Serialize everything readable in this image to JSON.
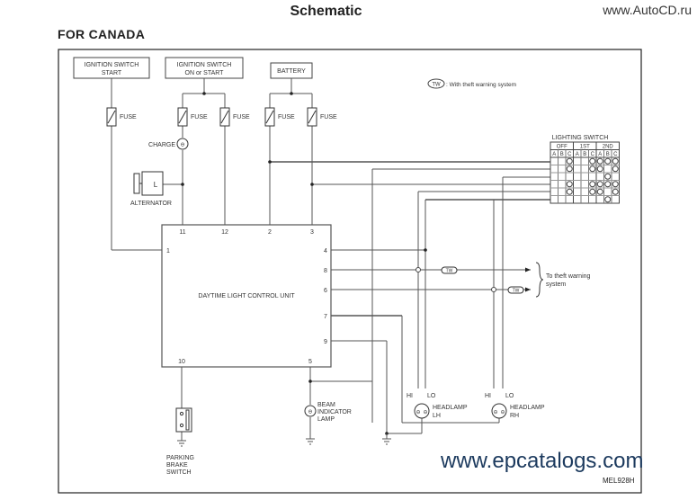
{
  "page": {
    "title": "Schematic",
    "section": "FOR CANADA",
    "watermark_top": "www.AutoCD.ru",
    "watermark_bottom": "www.epcatalogs.com",
    "diagram_code": "MEL928H"
  },
  "legend": {
    "symbol": "TW",
    "text": ": With theft warning system"
  },
  "power_sources": {
    "ign_start": [
      "IGNITION SWITCH",
      "START"
    ],
    "ign_on_start": [
      "IGNITION SWITCH",
      "ON or START"
    ],
    "battery": "BATTERY"
  },
  "fuse_label": "FUSE",
  "components": {
    "charge": "CHARGE",
    "alternator": "ALTERNATOR",
    "alternator_terminal": "L",
    "control_unit": "DAYTIME LIGHT CONTROL UNIT",
    "beam_lamp": [
      "BEAM",
      "INDICATOR",
      "LAMP"
    ],
    "parking_brake": [
      "PARKING",
      "BRAKE",
      "SWITCH"
    ],
    "headlamp_lh": [
      "HEADLAMP",
      "LH"
    ],
    "headlamp_rh": [
      "HEADLAMP",
      "RH"
    ],
    "hi": "HI",
    "lo": "LO",
    "theft_note": [
      "To theft warning",
      "system"
    ]
  },
  "control_unit_pins": {
    "top": [
      "11",
      "12",
      "2",
      "3"
    ],
    "left": [
      "1"
    ],
    "right": [
      "4",
      "8",
      "6",
      "7",
      "9"
    ],
    "bottom": [
      "10",
      "5"
    ]
  },
  "lighting_switch": {
    "title": "LIGHTING SWITCH",
    "positions": [
      "OFF",
      "1ST",
      "2ND"
    ],
    "columns": [
      "A",
      "B",
      "C",
      "A",
      "B",
      "C",
      "A",
      "B",
      "C"
    ],
    "rows": [
      [
        0,
        0,
        1,
        0,
        0,
        1,
        1,
        1,
        1
      ],
      [
        0,
        0,
        1,
        0,
        0,
        1,
        1,
        0,
        1
      ],
      [
        0,
        0,
        0,
        0,
        0,
        0,
        0,
        1,
        0
      ],
      [
        0,
        0,
        1,
        0,
        0,
        1,
        1,
        1,
        1
      ],
      [
        0,
        0,
        1,
        0,
        0,
        1,
        1,
        0,
        1
      ],
      [
        0,
        0,
        0,
        0,
        0,
        0,
        0,
        1,
        0
      ]
    ]
  }
}
